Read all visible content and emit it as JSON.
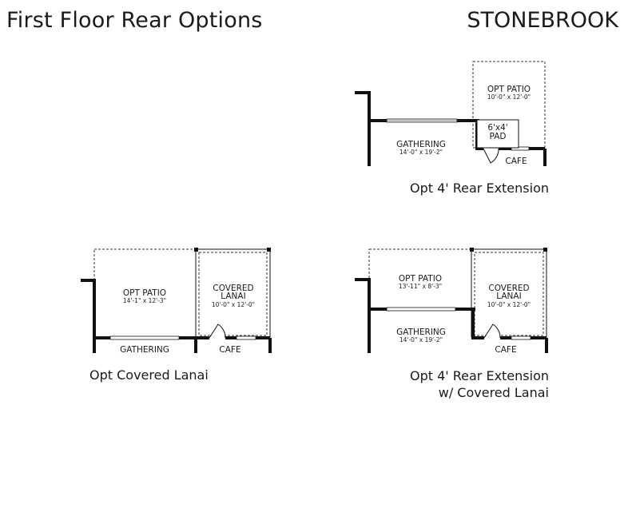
{
  "header": {
    "title": "First Floor Rear Options",
    "brand": "STONEBROOK"
  },
  "plans": {
    "rear_extension": {
      "caption": "Opt 4' Rear Extension",
      "patio_label": "OPT PATIO",
      "patio_dims": "10'-0\" x 12'-0\"",
      "pad_label_1": "6'x4'",
      "pad_label_2": "PAD",
      "gathering_label": "GATHERING",
      "gathering_dims": "14'-0\" x 19'-2\"",
      "cafe_label": "CAFE"
    },
    "covered_lanai": {
      "caption": "Opt Covered Lanai",
      "patio_label": "OPT PATIO",
      "patio_dims": "14'-1\" x 12'-3\"",
      "lanai_label_1": "COVERED",
      "lanai_label_2": "LANAI",
      "lanai_dims": "10'-0\" x 12'-0\"",
      "gathering_label": "GATHERING",
      "cafe_label": "CAFE"
    },
    "extension_lanai": {
      "caption_line1": "Opt 4' Rear Extension",
      "caption_line2": "w/ Covered Lanai",
      "patio_label": "OPT PATIO",
      "patio_dims": "13'-11\" x 8'-3\"",
      "lanai_label_1": "COVERED",
      "lanai_label_2": "LANAI",
      "lanai_dims": "10'-0\" x 12'-0\"",
      "gathering_label": "GATHERING",
      "gathering_dims": "14'-0\" x 19'-2\"",
      "cafe_label": "CAFE"
    }
  }
}
